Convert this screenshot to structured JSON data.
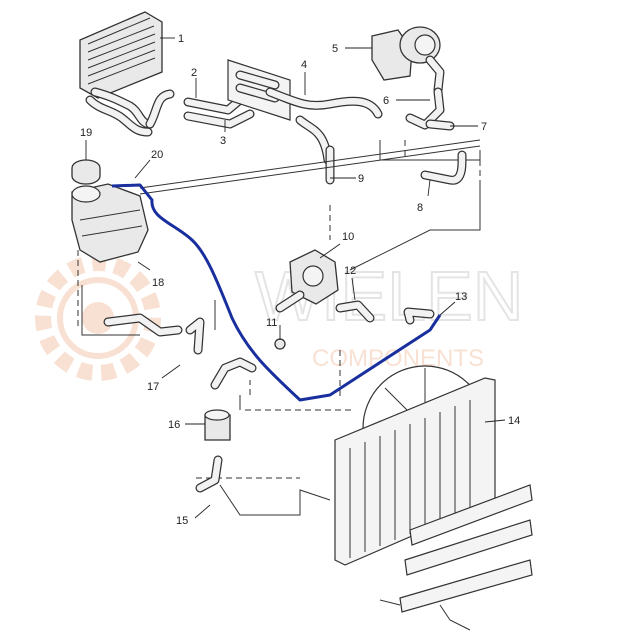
{
  "watermark": {
    "brand": "WIELEN",
    "tagline": "COMPONENTS"
  },
  "callouts": [
    "1",
    "2",
    "3",
    "4",
    "5",
    "6",
    "7",
    "8",
    "9",
    "10",
    "11",
    "12",
    "13",
    "14",
    "15",
    "16",
    "17",
    "18",
    "19",
    "20"
  ],
  "colors": {
    "highlight_hose": "#1a2f9e",
    "watermark_gray": "#d9d9d9",
    "watermark_orange": "#f3c9b0",
    "line": "#333333"
  }
}
